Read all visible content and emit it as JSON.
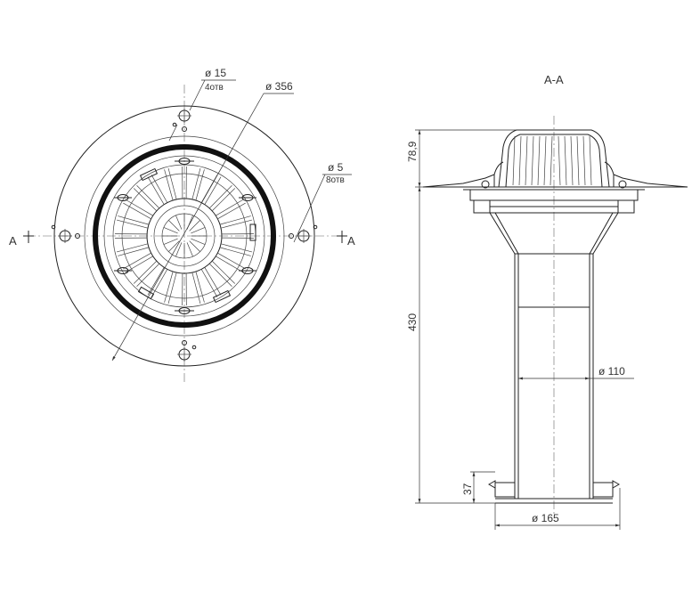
{
  "plan_view": {
    "hole_large": {
      "diameter": "ø 15",
      "count": "4отв"
    },
    "flange_diameter": "ø 356",
    "hole_small": {
      "diameter": "ø 5",
      "count": "8отв"
    },
    "section_mark_left": "A",
    "section_mark_right": "A"
  },
  "section_view": {
    "title": "A-A",
    "dim_height_top": "78,9",
    "dim_height_pipe": "430",
    "dim_pipe_diameter": "ø 110",
    "dim_collar_height": "37",
    "dim_collar_diameter": "ø 165"
  }
}
